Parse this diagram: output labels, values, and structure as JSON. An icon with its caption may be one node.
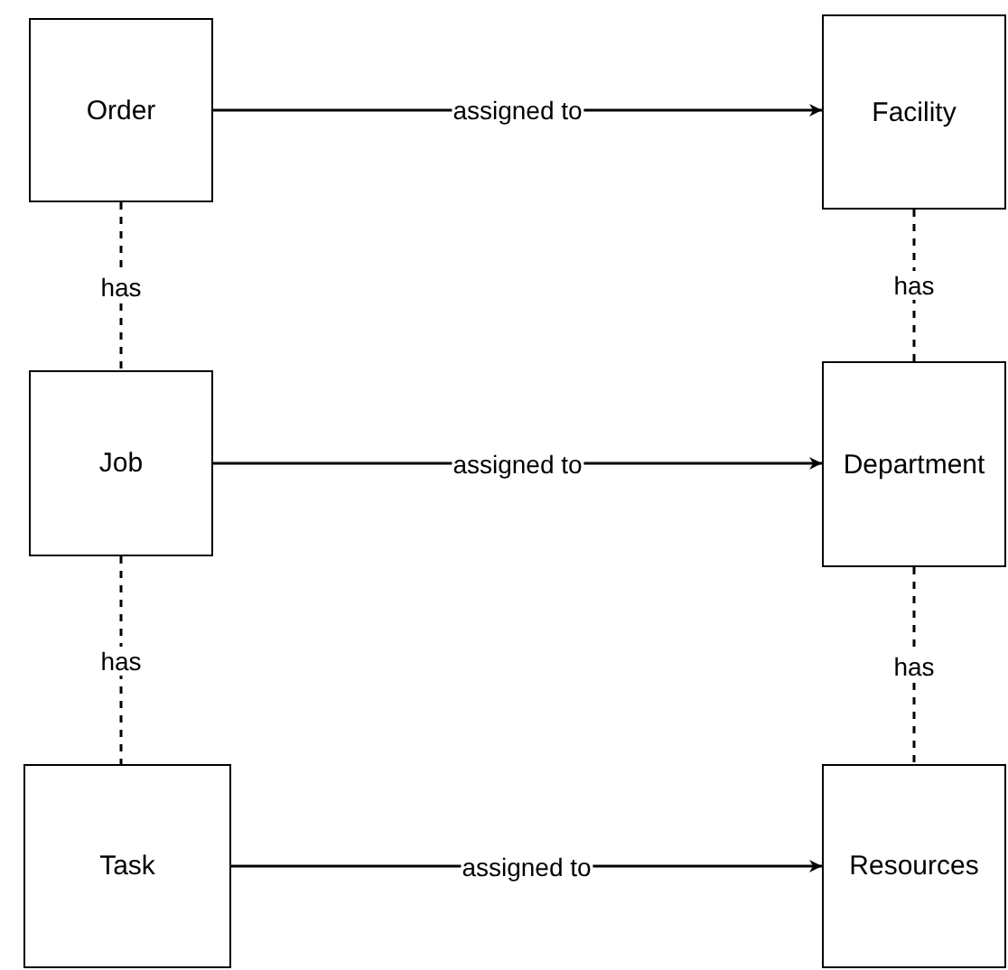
{
  "diagram": {
    "nodes": [
      {
        "text": [
          "Order"
        ]
      },
      {
        "text": [
          "Facility"
        ]
      },
      {
        "text": [
          "Job"
        ]
      },
      {
        "text": [
          "Department"
        ]
      },
      {
        "text": [
          "Task"
        ]
      },
      {
        "text": [
          "Resources"
        ]
      }
    ],
    "edges": [
      {
        "from": 0,
        "to": 1,
        "arrow": "to",
        "label": "assigned to"
      },
      {
        "from": 2,
        "to": 3,
        "arrow": "to",
        "label": "assigned to"
      },
      {
        "from": 4,
        "to": 5,
        "arrow": "to",
        "label": "assigned to"
      },
      {
        "from": 0,
        "to": 2,
        "arrow": "none",
        "label": "has",
        "style": "dashed"
      },
      {
        "from": 2,
        "to": 4,
        "arrow": "none",
        "label": "has",
        "style": "dashed"
      },
      {
        "from": 1,
        "to": 3,
        "arrow": "none",
        "label": "has",
        "style": "dashed"
      },
      {
        "from": 3,
        "to": 5,
        "arrow": "none",
        "label": "has",
        "style": "dashed"
      }
    ]
  }
}
